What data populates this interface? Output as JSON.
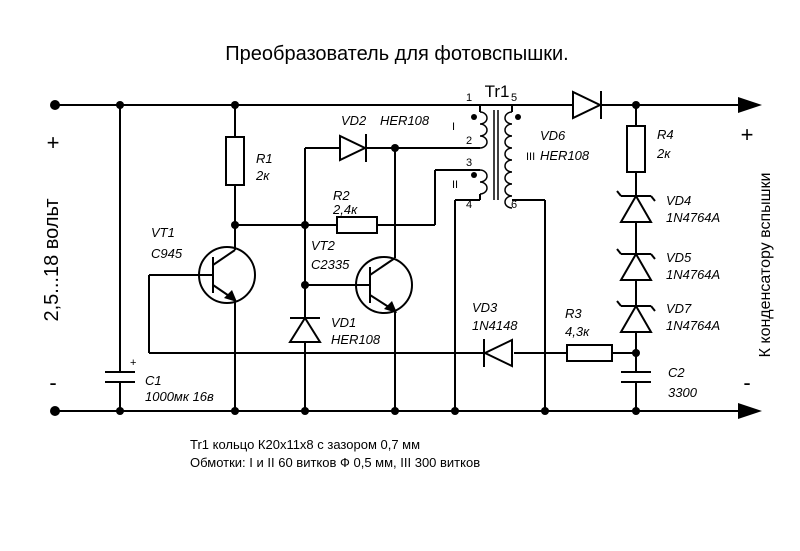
{
  "title": "Преобразователь для фотовспышки.",
  "supply_label": "2,5...18 вольт",
  "output_label": "К конденсатору вспышки",
  "signs": {
    "plus": "+",
    "minus": "-"
  },
  "transformer": {
    "name": "Tr1",
    "pins": [
      "1",
      "2",
      "3",
      "4",
      "5",
      "6"
    ],
    "windings": [
      "I",
      "II",
      "III"
    ]
  },
  "components": {
    "r1": {
      "ref": "R1",
      "value": "2к"
    },
    "r2": {
      "ref": "R2",
      "value": "2,4к"
    },
    "r3": {
      "ref": "R3",
      "value": "4,3к"
    },
    "r4": {
      "ref": "R4",
      "value": "2к"
    },
    "vt1": {
      "ref": "VT1",
      "value": "C945"
    },
    "vt2": {
      "ref": "VT2",
      "value": "C2335"
    },
    "vd1": {
      "ref": "VD1",
      "value": "HER108"
    },
    "vd2": {
      "ref": "VD2",
      "value": "HER108"
    },
    "vd3": {
      "ref": "VD3",
      "value": "1N4148"
    },
    "vd4": {
      "ref": "VD4",
      "value": "1N4764A"
    },
    "vd5": {
      "ref": "VD5",
      "value": "1N4764A"
    },
    "vd6": {
      "ref": "VD6",
      "value": "HER108"
    },
    "vd7": {
      "ref": "VD7",
      "value": "1N4764A"
    },
    "c1": {
      "ref": "C1",
      "value": "1000мк 16в",
      "polarity": "+"
    },
    "c2": {
      "ref": "C2",
      "value": "3300"
    }
  },
  "notes": [
    "Tr1 кольцо К20x11x8 с зазором 0,7 мм",
    "Обмотки: I и II 60 витков Ф 0,5 мм,  III 300 витков"
  ]
}
